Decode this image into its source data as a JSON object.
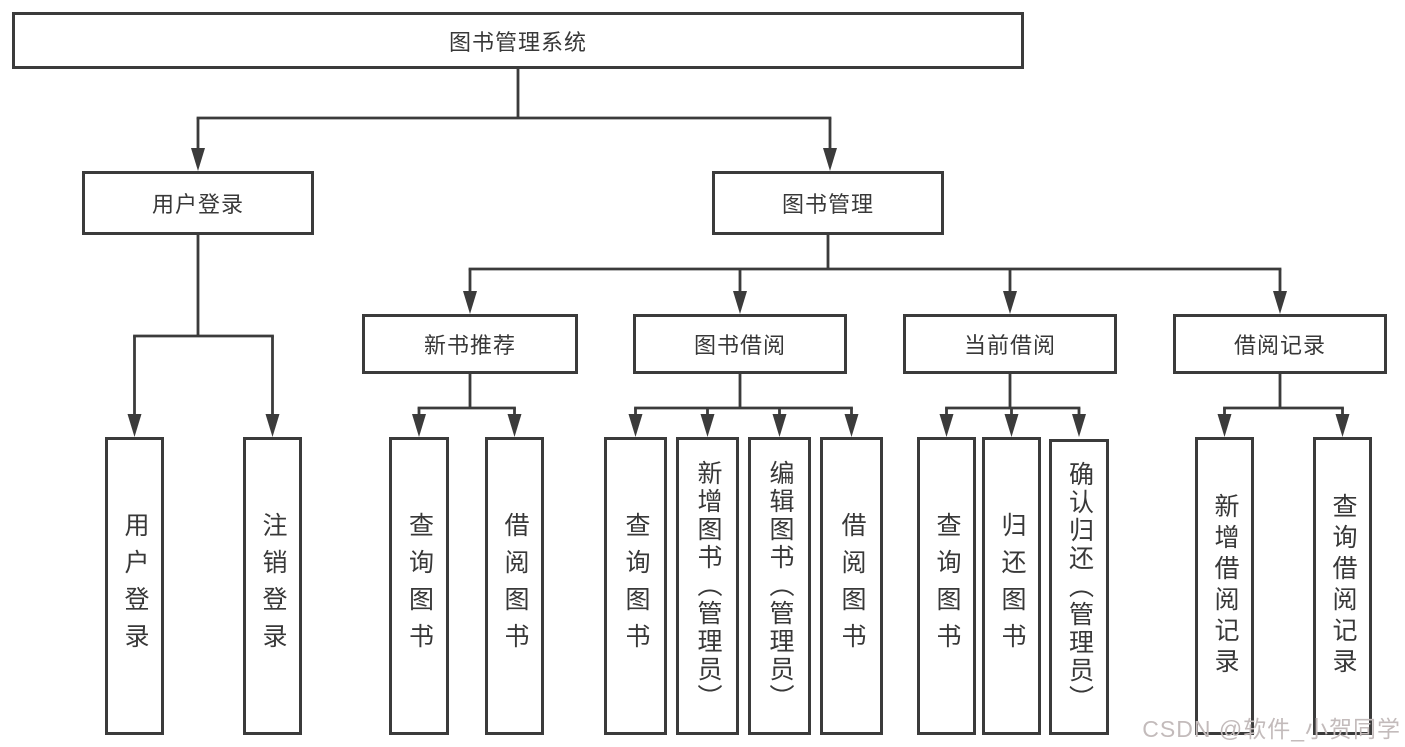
{
  "diagram": {
    "root": {
      "label": "图书管理系统",
      "children": [
        {
          "label": "用户登录",
          "children": [
            {
              "label": "用户登录"
            },
            {
              "label": "注销登录"
            }
          ]
        },
        {
          "label": "图书管理",
          "children": [
            {
              "label": "新书推荐",
              "children": [
                {
                  "label": "查询图书"
                },
                {
                  "label": "借阅图书"
                }
              ]
            },
            {
              "label": "图书借阅",
              "children": [
                {
                  "label": "查询图书"
                },
                {
                  "label": "新增图书（管理员）"
                },
                {
                  "label": "编辑图书（管理员）"
                },
                {
                  "label": "借阅图书"
                }
              ]
            },
            {
              "label": "当前借阅",
              "children": [
                {
                  "label": "查询图书"
                },
                {
                  "label": "归还图书"
                },
                {
                  "label": "确认归还（管理员）"
                }
              ]
            },
            {
              "label": "借阅记录",
              "children": [
                {
                  "label": "新增借阅记录"
                },
                {
                  "label": "查询借阅记录"
                }
              ]
            }
          ]
        }
      ]
    },
    "watermark": "CSDN @软件_小贺同学",
    "colors": {
      "line": "#3b3b3b",
      "text": "#383838",
      "watermark": "#c3bbbb",
      "background": "#ffffff"
    }
  }
}
